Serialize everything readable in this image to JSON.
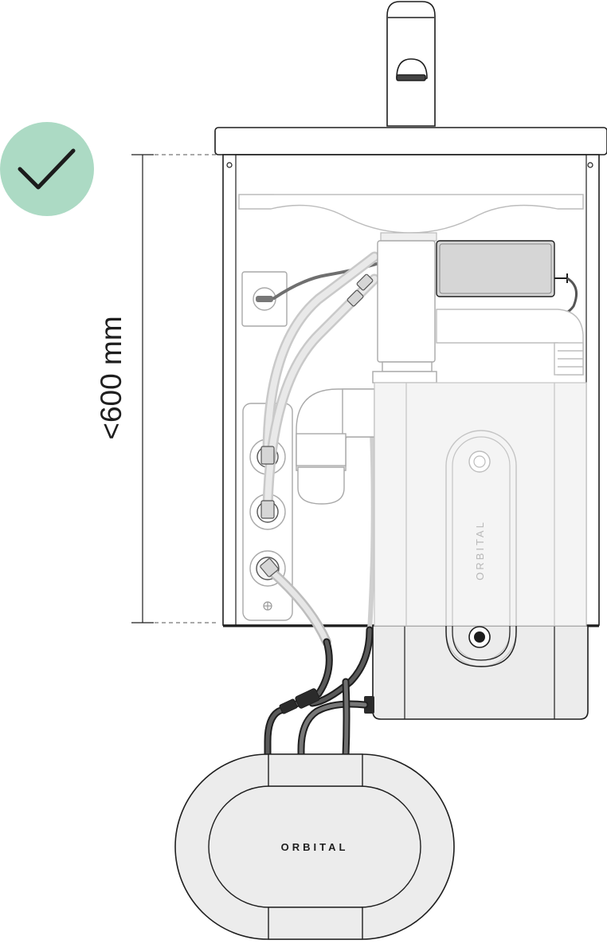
{
  "dimension": {
    "label": "<600 mm"
  },
  "badge": {
    "icon": "checkmark-icon",
    "color": "#acdac4",
    "check_color": "#1c1c1c"
  },
  "devices": {
    "main_unit_brand": "ORBITAL",
    "pump_unit_brand": "ORBITAL"
  },
  "colors": {
    "outline": "#1e1e1e",
    "ghost_outline": "#a9a9a9",
    "ghost_fill": "#ededed",
    "pump_fill": "#ececec",
    "hose_dark": "#3b3b3b",
    "hose_mid": "#6f6f6f",
    "hose_light": "#bdbdbd",
    "adapter_fill": "#d6d6d6"
  }
}
